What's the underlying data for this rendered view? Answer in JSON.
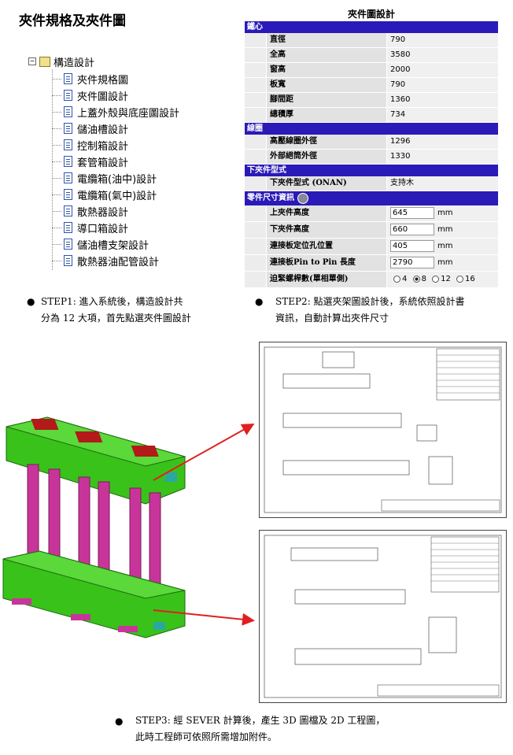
{
  "page_title": "夾件規格及夾件圖",
  "tree": {
    "root_label": "構造設計",
    "toggle": "−",
    "items": [
      {
        "label": "夾件規格圖"
      },
      {
        "label": "夾件圖設計"
      },
      {
        "label": "上蓋外殼與底座圖設計"
      },
      {
        "label": "儲油槽設計"
      },
      {
        "label": "控制箱設計"
      },
      {
        "label": "套管箱設計"
      },
      {
        "label": "電纜箱(油中)設計"
      },
      {
        "label": "電纜箱(氣中)設計"
      },
      {
        "label": "散熱器設計"
      },
      {
        "label": "導口箱設計"
      },
      {
        "label": "儲油槽支架設計"
      },
      {
        "label": "散熱器油配管設計"
      }
    ]
  },
  "form": {
    "title": "夾件圖設計",
    "sections": {
      "core": "鐵心",
      "coil": "線圈",
      "lower": "下夾件型式",
      "parts": "零件尺寸資訊"
    },
    "core_rows": [
      {
        "label": "直徑",
        "value": "790"
      },
      {
        "label": "全高",
        "value": "3580"
      },
      {
        "label": "窗高",
        "value": "2000"
      },
      {
        "label": "板寬",
        "value": "790"
      },
      {
        "label": "腳間距",
        "value": "1360"
      },
      {
        "label": "總積厚",
        "value": "734"
      }
    ],
    "coil_rows": [
      {
        "label": "高壓線圈外徑",
        "value": "1296"
      },
      {
        "label": "外部絕筒外徑",
        "value": "1330"
      }
    ],
    "lower_rows": [
      {
        "label": "下夾件型式 (ONAN)",
        "value": "支持木"
      }
    ],
    "part_rows": [
      {
        "label": "上夾件高度",
        "value": "645",
        "unit": "mm"
      },
      {
        "label": "下夾件高度",
        "value": "660",
        "unit": "mm"
      },
      {
        "label": "連接板定位孔位置",
        "value": "405",
        "unit": "mm"
      },
      {
        "label": "連接板Pin to Pin 長度",
        "value": "2790",
        "unit": "mm"
      }
    ],
    "bolt_row": {
      "label": "迫緊螺桿數(單相單側)",
      "options": [
        "4",
        "8",
        "12",
        "16"
      ],
      "selected": "8"
    }
  },
  "steps": {
    "step1_line1": "STEP1: 進入系統後，構造設計共",
    "step1_line2": "分為 12 大項，首先點選夾件圖設計",
    "step2_line1": "STEP2: 點選夾架圖設計後，系統依照設計書",
    "step2_line2": "資訊，自動計算出夾件尺寸",
    "step3_line1": "STEP3: 經 SEVER 計算後，產生 3D 圖檔及 2D 工程圖，",
    "step3_line2": "此時工程師可依照所需增加附件。"
  },
  "colors": {
    "section_header": "#2a1ab8",
    "model_green": "#39c21a",
    "model_magenta": "#c8359a",
    "model_red": "#b31a1a",
    "arrow": "#e02020"
  }
}
